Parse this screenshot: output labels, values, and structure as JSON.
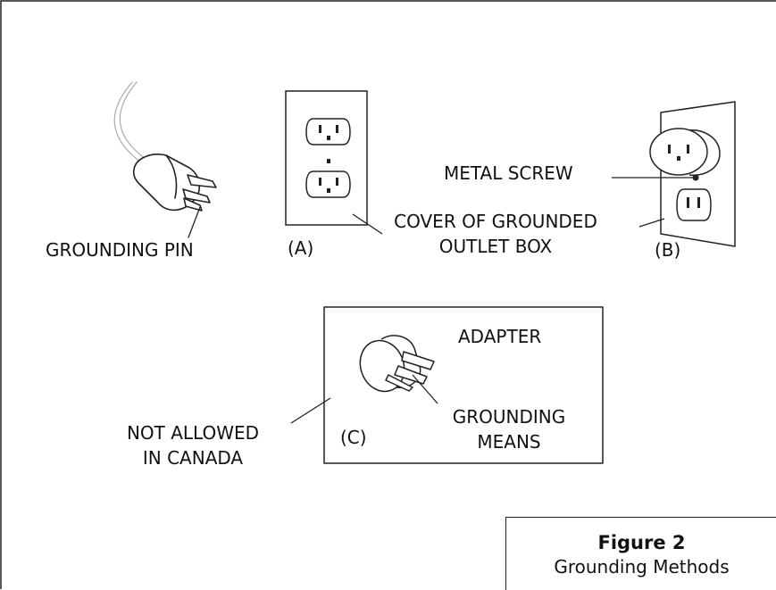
{
  "labels": {
    "grounding_pin": "GROUNDING PIN",
    "panel_a": "(A)",
    "cover_line1": "COVER OF GROUNDED",
    "cover_line2": "OUTLET BOX",
    "metal_screw": "METAL SCREW",
    "panel_b": "(B)",
    "adapter": "ADAPTER",
    "panel_c": "(C)",
    "grounding_means_line1": "GROUNDING",
    "grounding_means_line2": "MEANS",
    "not_allowed_line1": "NOT ALLOWED",
    "not_allowed_line2": "IN CANADA"
  },
  "caption": {
    "title": "Figure 2",
    "subtitle": "Grounding Methods"
  }
}
